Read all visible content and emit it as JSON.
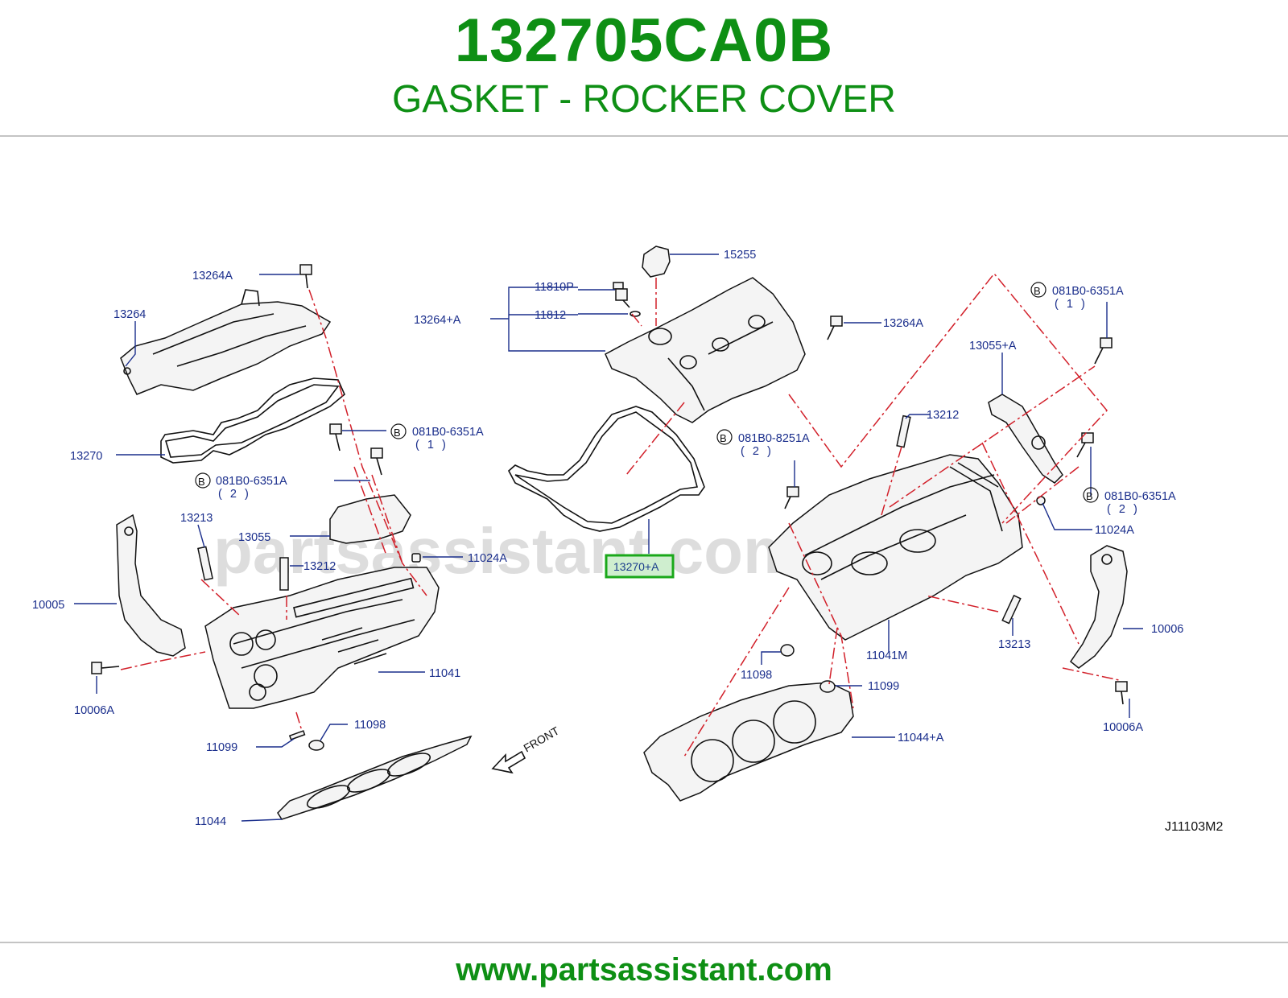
{
  "header": {
    "part_number": "132705CA0B",
    "part_name": "GASKET - ROCKER COVER"
  },
  "footer": {
    "url": "www.partsassistant.com"
  },
  "watermark": "partsassistant.com",
  "diagram_ref": "J11103M2",
  "front_label": "FRONT",
  "highlight_color": "#1aa81a",
  "brand_color": "#0e8f14",
  "callouts": {
    "c13264A_left": "13264A",
    "c13264_left": "13264",
    "c13270": "13270",
    "c081B0_6351A_1_left": "081B0-6351A",
    "c081B0_6351A_1_left_qty": "( 1 )",
    "c081B0_6351A_2_left": "081B0-6351A",
    "c081B0_6351A_2_left_qty": "( 2 )",
    "c13213_left": "13213",
    "c13055": "13055",
    "c13212_left": "13212",
    "c11024A_left": "11024A",
    "c10005": "10005",
    "c11041": "11041",
    "c10006A_left": "10006A",
    "c11099_left": "11099",
    "c11098_left": "11098",
    "c11044": "11044",
    "c15255": "15255",
    "c11810P": "11810P",
    "c13264A_plus": "13264+A",
    "c11812": "11812",
    "c13264A_right": "13264A",
    "c13270A_highlight": "13270+A",
    "c081B0_8251A": "081B0-8251A",
    "c081B0_8251A_qty": "( 2 )",
    "c081B0_6351A_1_right": "081B0-6351A",
    "c081B0_6351A_1_right_qty": "( 1 )",
    "c13055A": "13055+A",
    "c13212_right": "13212",
    "c081B0_6351A_2_right": "081B0-6351A",
    "c081B0_6351A_2_right_qty": "( 2 )",
    "c11024A_right": "11024A",
    "c10006": "10006",
    "c13213_right": "13213",
    "c11041M": "11041M",
    "c11098_right": "11098",
    "c11099_right": "11099",
    "c11044A": "11044+A",
    "c10006A_right": "10006A",
    "b_marker": "B"
  }
}
